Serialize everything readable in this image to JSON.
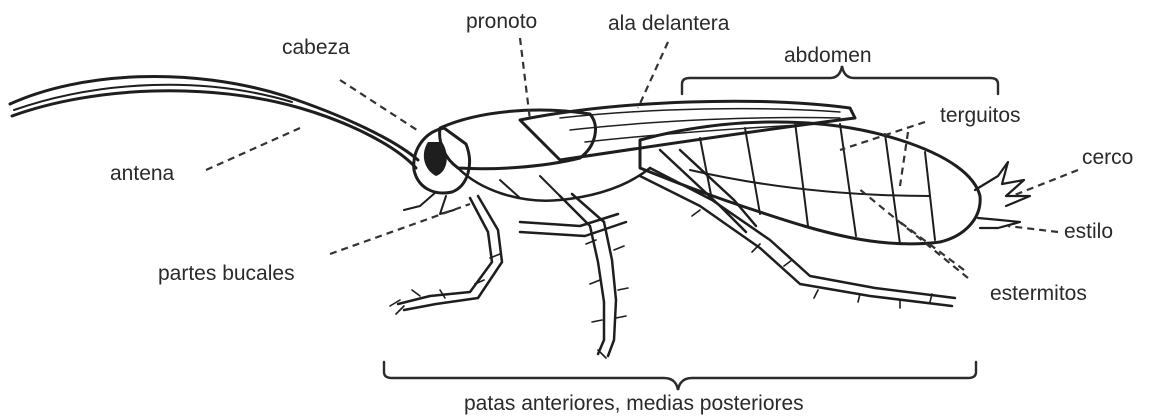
{
  "labels": {
    "head": "cabeza",
    "pronotum": "pronoto",
    "forewing": "ala delantera",
    "abdomen": "abdomen",
    "tergites": "terguitos",
    "cercus": "cerco",
    "stylus": "estilo",
    "sternites": "estermitos",
    "antenna": "antena",
    "mouthparts": "partes bucales",
    "legs": "patas anteriores, medias posteriores"
  },
  "colors": {
    "ink": "#1e1e1e",
    "label": "#2a2a2a",
    "background": "#ffffff"
  }
}
